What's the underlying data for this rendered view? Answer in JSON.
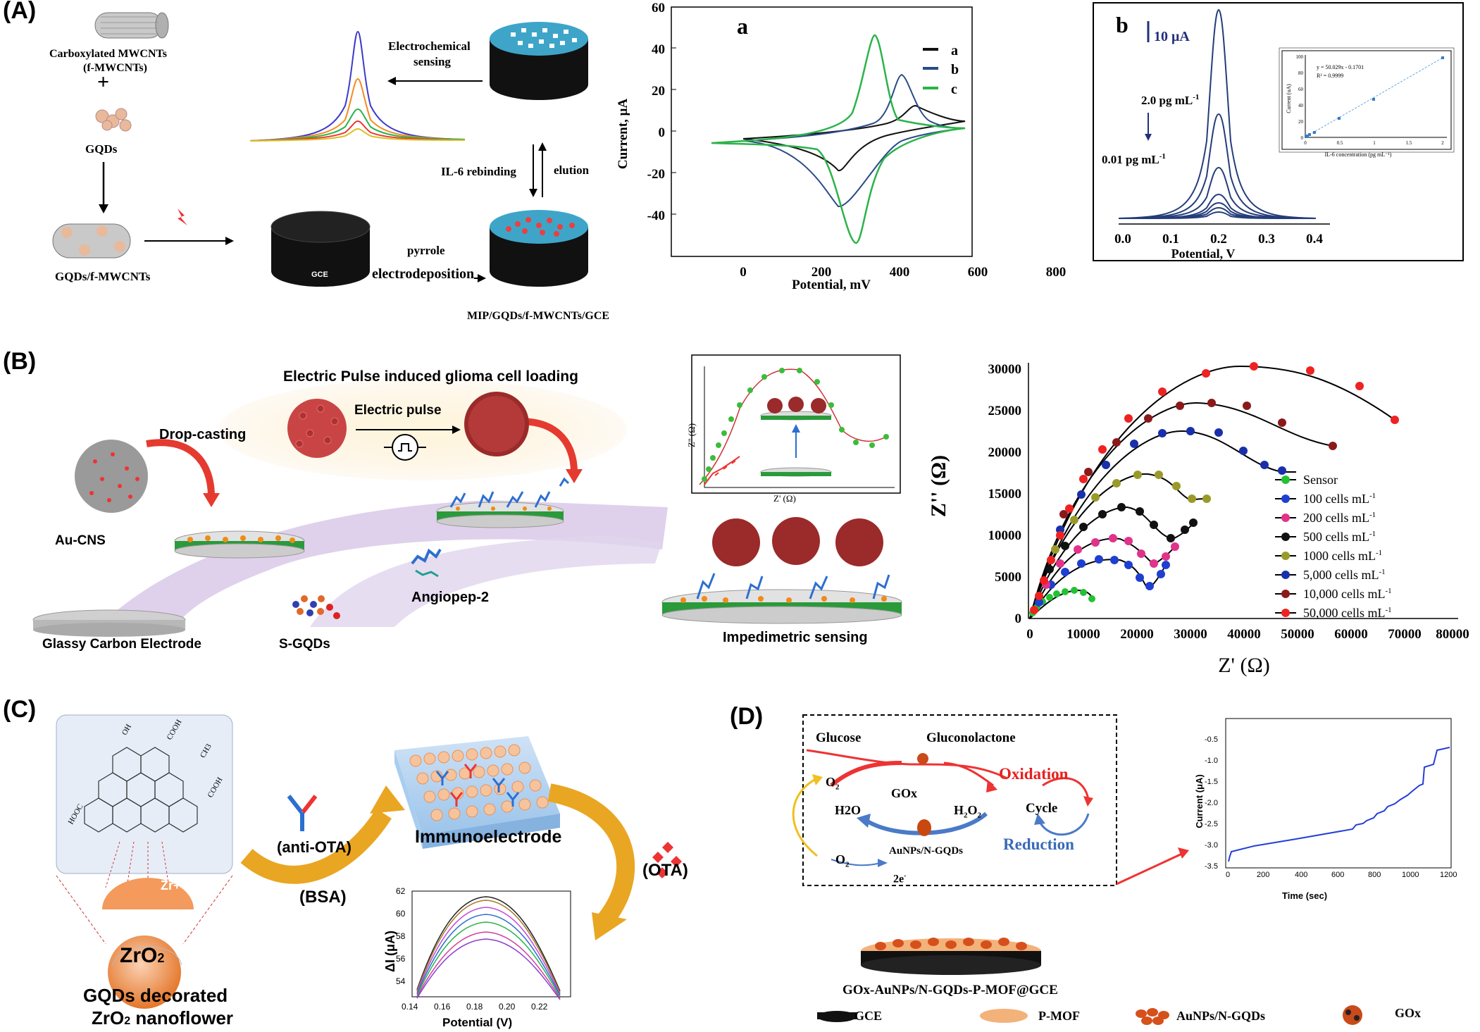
{
  "panels": {
    "A": {
      "tag": "(A)",
      "scheme": {
        "mwcnt_label_1": "Carboxylated MWCNTs",
        "mwcnt_label_2": "(f-MWCNTs)",
        "plus": "+",
        "gqds": "GQDs",
        "gqds_mwcnts": "GQDs/f-MWCNTs",
        "gce": "GCE",
        "pyrrole": "pyrrole",
        "electrodeposition": "electrodeposition",
        "mip_electrode": "MIP/GQDs/f-MWCNTs/GCE",
        "il6_rebinding": "IL-6 rebinding",
        "elution": "elution",
        "electrochemical_1": "Electrochemical",
        "electrochemical_2": "sensing"
      },
      "cv_plot": {
        "tag": "a",
        "ylabel": "Current, μA",
        "xlabel": "Potential, mV",
        "x_ticks": [
          "0",
          "200",
          "400",
          "600",
          "800"
        ],
        "y_ticks": [
          "60",
          "40",
          "20",
          "0",
          "-20",
          "-40"
        ],
        "legend": [
          "a",
          "b",
          "c"
        ],
        "colors": [
          "#111111",
          "#2a4a8a",
          "#2bb34a"
        ]
      },
      "dpv_plot": {
        "tag": "b",
        "scale_bar": "10 μA",
        "high_conc": "2.0 pg mL",
        "high_sup": "-1",
        "low_conc": "0.01  pg mL",
        "low_sup": "-1",
        "xlabel": "Potential, V",
        "x_ticks": [
          "0.0",
          "0.1",
          "0.2",
          "0.3",
          "0.4"
        ],
        "inset": {
          "equation": "y = 50.029x - 0.1701",
          "r2": "R² = 0.9999",
          "xlabel": "IL-6 concentration (pg mL⁻¹)",
          "ylabel": "Current (uA)",
          "x_ticks": [
            "0",
            "0.5",
            "1",
            "1.5",
            "2"
          ],
          "y_ticks": [
            "100",
            "80",
            "60",
            "40",
            "20",
            "0"
          ]
        }
      }
    },
    "B": {
      "tag": "(B)",
      "scheme": {
        "title": "Electric Pulse induced glioma cell loading",
        "electric_pulse": "Electric pulse",
        "drop_casting": "Drop-casting",
        "au_cns": "Au-CNS",
        "gce": "Glassy Carbon Electrode",
        "s_gqds": "S-GQDs",
        "angiopep": "Angiopep-2",
        "impedimetric": "Impedimetric sensing",
        "inset_y": "Z'' (Ω)",
        "inset_x": "Z' (Ω)"
      },
      "nyquist": {
        "ylabel": "Z'' (Ω)",
        "xlabel": "Z' (Ω)",
        "x_ticks": [
          "0",
          "10000",
          "20000",
          "30000",
          "40000",
          "50000",
          "60000",
          "70000",
          "80000"
        ],
        "y_ticks": [
          "0",
          "5000",
          "10000",
          "15000",
          "20000",
          "25000",
          "30000"
        ],
        "legend": [
          {
            "label": "Sensor",
            "sup": "",
            "color": "#22c233"
          },
          {
            "label": "100 cells mL",
            "sup": "-1",
            "color": "#1f3fd0"
          },
          {
            "label": "200 cells mL",
            "sup": "-1",
            "color": "#e0338a"
          },
          {
            "label": "500 cells mL",
            "sup": "-1",
            "color": "#111111"
          },
          {
            "label": "1000 cells mL",
            "sup": "-1",
            "color": "#9a9a2a"
          },
          {
            "label": "5,000 cells mL",
            "sup": "-1",
            "color": "#1a2faa"
          },
          {
            "label": "10,000 cells mL",
            "sup": "-1",
            "color": "#8a1a1a"
          },
          {
            "label": "50,000 cells mL",
            "sup": "-1",
            "color": "#ee2222"
          }
        ]
      }
    },
    "C": {
      "tag": "(C)",
      "zr": "Zr+4",
      "zro2": "ZrO",
      "zro2_sub": "2",
      "nano_1": "GQDs decorated",
      "nano_2": "ZrO",
      "nano_2_sub": "2",
      "nano_2_tail": " nanoflower",
      "anti_ota": "(anti-OTA)",
      "bsa": "(BSA)",
      "immunoelectrode": "Immunoelectrode",
      "ota": "(OTA)",
      "dpv": {
        "ylabel": "ΔI (μA)",
        "xlabel": "Potential (V)",
        "x_ticks": [
          "0.14",
          "0.16",
          "0.18",
          "0.20",
          "0.22"
        ],
        "y_ticks": [
          "62",
          "60",
          "58",
          "56",
          "54"
        ]
      },
      "chem": {
        "cooh1": "COOH",
        "cooh2": "COOH",
        "hooc": "HOOC",
        "oh": "OH",
        "ch3": "CH3"
      }
    },
    "D": {
      "tag": "(D)",
      "glucose": "Glucose",
      "gluconolactone": "Gluconolactone",
      "o2_top": "O",
      "gox": "GOx",
      "h2o": "H2O",
      "h2o2": "H",
      "oxidation": "Oxidation",
      "cycle": "Cycle",
      "reduction": "Reduction",
      "aunps": "AuNPs/N-GQDs",
      "o2_bottom": "O",
      "electrons": "2e",
      "electrode": "GOx-AuNPs/N-GQDs-P-MOF@GCE",
      "legend": [
        "GCE",
        "P-MOF",
        "AuNPs/N-GQDs",
        "GOx"
      ],
      "amp": {
        "ylabel": "Current (μA)",
        "xlabel": "Time (sec)",
        "x_ticks": [
          "0",
          "200",
          "400",
          "600",
          "800",
          "1000",
          "1200"
        ],
        "y_ticks": [
          "-0.5",
          "-1.0",
          "-1.5",
          "-2.0",
          "-2.5",
          "-3.0",
          "-3.5"
        ]
      }
    }
  }
}
